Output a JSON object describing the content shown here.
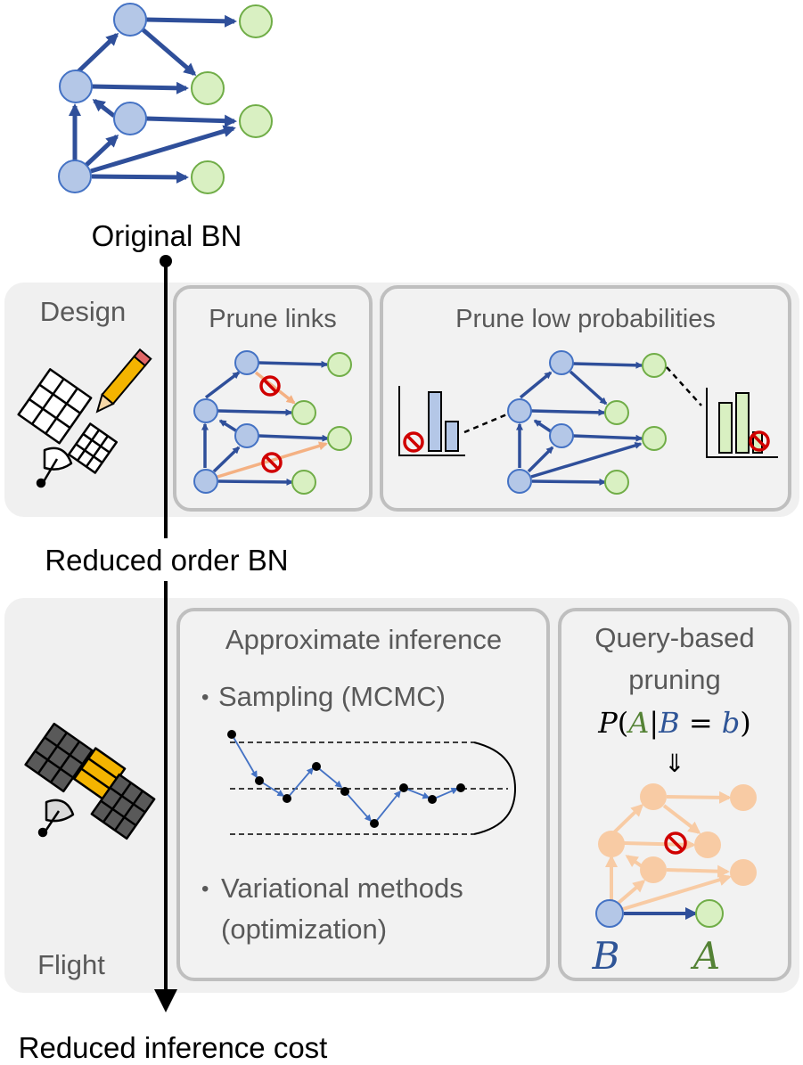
{
  "labels": {
    "original": "Original BN",
    "reduced_order": "Reduced order BN",
    "reduced_cost": "Reduced inference cost"
  },
  "design": {
    "section_label": "Design",
    "prune_links": "Prune links",
    "prune_low_prob": "Prune low probabilities"
  },
  "flight": {
    "section_label": "Flight",
    "approx_title": "Approximate inference",
    "bullet1": "Sampling (MCMC)",
    "bullet2_line1": "Variational methods",
    "bullet2_line2": "(optimization)",
    "query_line1": "Query-based",
    "query_line2": "pruning",
    "formula_P": "P",
    "formula_open": "(",
    "formula_A": "A",
    "formula_bar": "|",
    "formula_B": "B",
    "formula_eq": " = ",
    "formula_b": "b",
    "formula_close": ")",
    "implies": "⇓",
    "var_B": "B",
    "var_A": "A"
  },
  "colors": {
    "node_blue_fill": "#b4c7e7",
    "node_blue_stroke": "#4472c4",
    "node_green_fill": "#d9f0c2",
    "node_green_stroke": "#70ad47",
    "edge_blue": "#2f4f9a",
    "edge_orange": "#f4b183",
    "faded_orange": "#f8cba4",
    "prohibit_red": "#d00000",
    "panel_gray": "#f0f0f0",
    "box_border": "#bfbfbf",
    "text_gray": "#595959",
    "formula_green": "#548235",
    "formula_blue": "#2f5597"
  }
}
